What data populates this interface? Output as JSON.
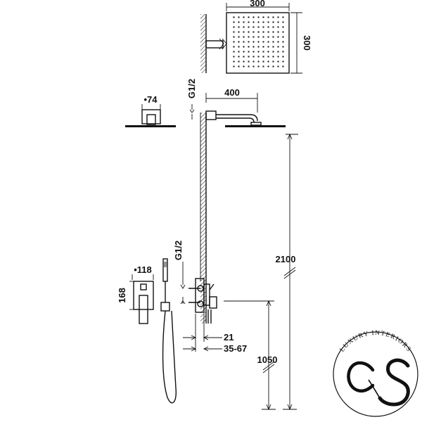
{
  "dimensions": {
    "head_width": "300",
    "head_height": "300",
    "arm_length": "400",
    "thread_top": "G1/2",
    "flange_width": "•74",
    "mixer_width": "•118",
    "mixer_height": "168",
    "thread_mixer": "G1/2",
    "depth_min": "21",
    "depth_range": "35-67",
    "total_height": "2100",
    "mixer_height_floor": "1050"
  },
  "logo": {
    "text": "LUXURY INTERIORS"
  },
  "icons": {
    "logo": "cs-monogram-icon"
  }
}
